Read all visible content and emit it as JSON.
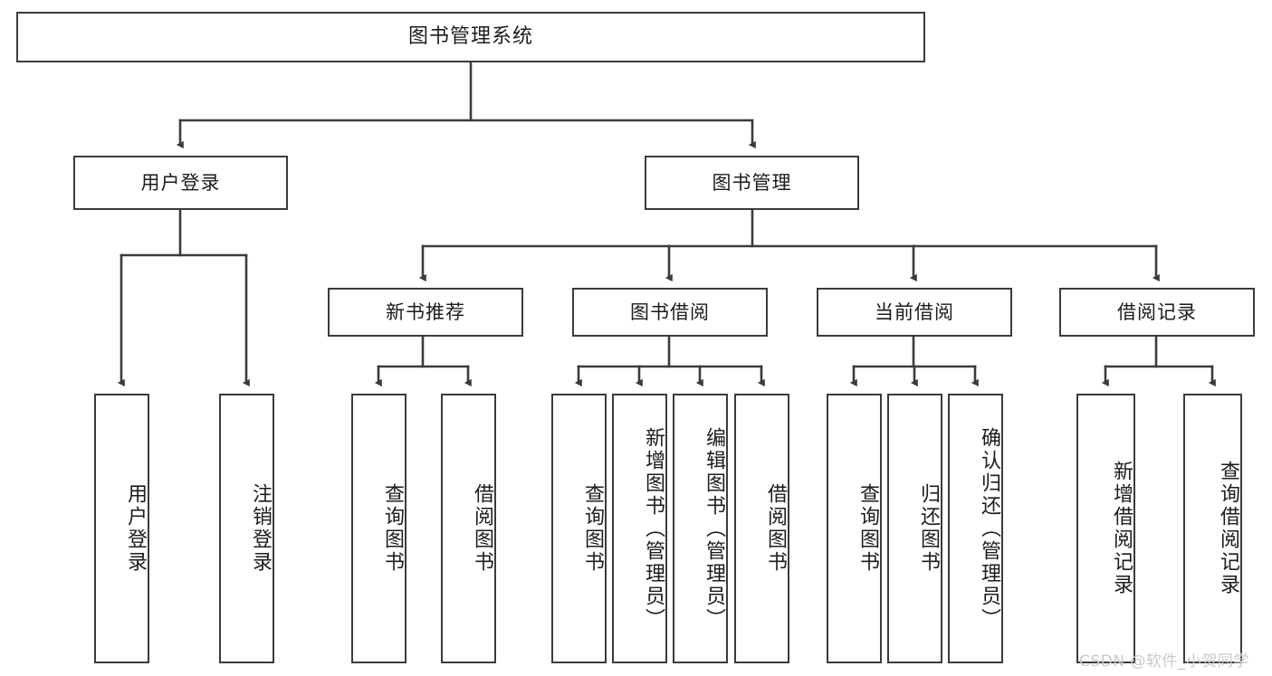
{
  "diagram": {
    "type": "tree-hierarchy",
    "title": "图书管理系统",
    "watermark": "CSDN @软件_小贺同学",
    "colors": {
      "box_border": "#3b3b3b",
      "box_fill": "#ffffff",
      "connector": "#3b3b3b",
      "text": "#1c1c1c",
      "watermark": "#c9c9c9"
    },
    "nodes": {
      "root": {
        "label": "图书管理系统"
      },
      "level2": [
        {
          "id": "user-login",
          "label": "用户登录"
        },
        {
          "id": "book-management",
          "label": "图书管理"
        }
      ],
      "level3": [
        {
          "id": "new-book-recommend",
          "label": "新书推荐"
        },
        {
          "id": "book-borrow",
          "label": "图书借阅"
        },
        {
          "id": "current-borrow",
          "label": "当前借阅"
        },
        {
          "id": "borrow-record",
          "label": "借阅记录"
        }
      ],
      "leaves": {
        "user-login": [
          {
            "id": "leaf-user-login",
            "label": "用户登录"
          },
          {
            "id": "leaf-logout",
            "label": "注销登录"
          }
        ],
        "new-book-recommend": [
          {
            "id": "leaf-query-book-1",
            "label": "查询图书"
          },
          {
            "id": "leaf-borrow-book-1",
            "label": "借阅图书"
          }
        ],
        "book-borrow": [
          {
            "id": "leaf-query-book-2",
            "label": "查询图书"
          },
          {
            "id": "leaf-add-book",
            "label": "新增图书（管理员）"
          },
          {
            "id": "leaf-edit-book",
            "label": "编辑图书（管理员）"
          },
          {
            "id": "leaf-borrow-book-2",
            "label": "借阅图书"
          }
        ],
        "current-borrow": [
          {
            "id": "leaf-query-book-3",
            "label": "查询图书"
          },
          {
            "id": "leaf-return-book",
            "label": "归还图书"
          },
          {
            "id": "leaf-confirm-return",
            "label": "确认归还（管理员）"
          }
        ],
        "borrow-record": [
          {
            "id": "leaf-add-record",
            "label": "新增借阅记录"
          },
          {
            "id": "leaf-query-record",
            "label": "查询借阅记录"
          }
        ]
      }
    }
  }
}
